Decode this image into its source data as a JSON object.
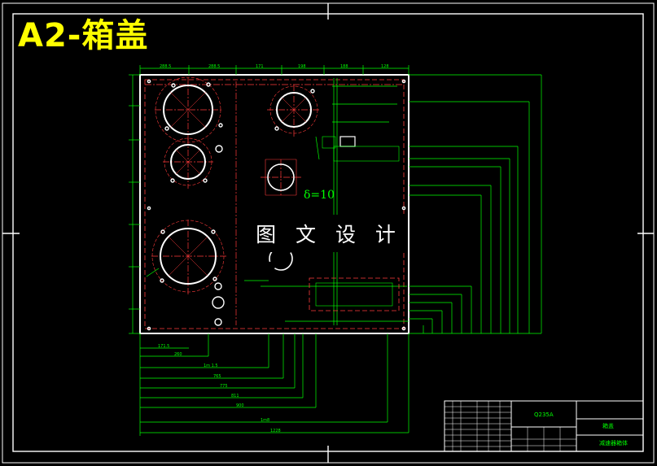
{
  "title": "A2-箱盖",
  "watermark": "图 文 设 计",
  "thickness_label": "δ=10",
  "title_block": {
    "material": "Q235A",
    "part_name": "箱盖",
    "drawing_no": "减速器箱体"
  },
  "colors": {
    "background": "#000000",
    "frame": "#ffffff",
    "outline": "#ffffff",
    "center_line": "#ff3b3b",
    "dimension": "#00ff00",
    "title": "#ffff00"
  },
  "dimensions": {
    "top": [
      "288.5",
      "288.5",
      "171",
      "198",
      "188",
      "128"
    ],
    "bottom": [
      "171.5",
      "260",
      "1m 1.5",
      "765",
      "775",
      "811",
      "900",
      "1m8",
      "1228"
    ]
  }
}
